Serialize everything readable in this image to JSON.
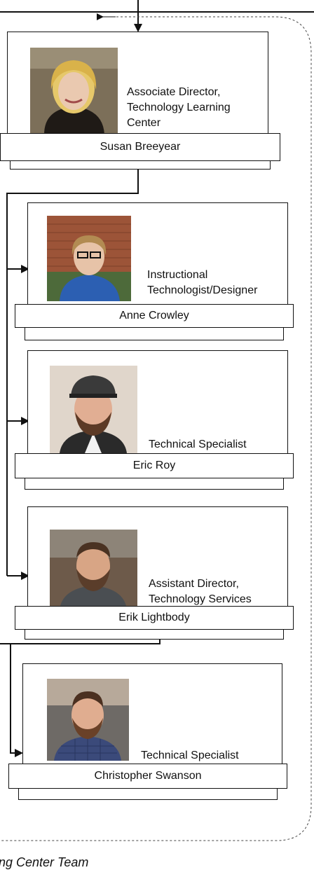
{
  "people": [
    {
      "name": "Susan Breeyear",
      "title_lines": [
        "Associate Director,",
        "Technology Learning",
        "Center"
      ]
    },
    {
      "name": "Anne Crowley",
      "title_lines": [
        "Instructional",
        "Technologist/Designer"
      ]
    },
    {
      "name": "Eric Roy",
      "title_lines": [
        "Technical Specialist"
      ]
    },
    {
      "name": "Erik Lightbody",
      "title_lines": [
        "Assistant  Director,",
        "Technology Services"
      ]
    },
    {
      "name": "Christopher Swanson",
      "title_lines": [
        "Technical Specialist"
      ]
    }
  ],
  "caption": "ng Center Team"
}
